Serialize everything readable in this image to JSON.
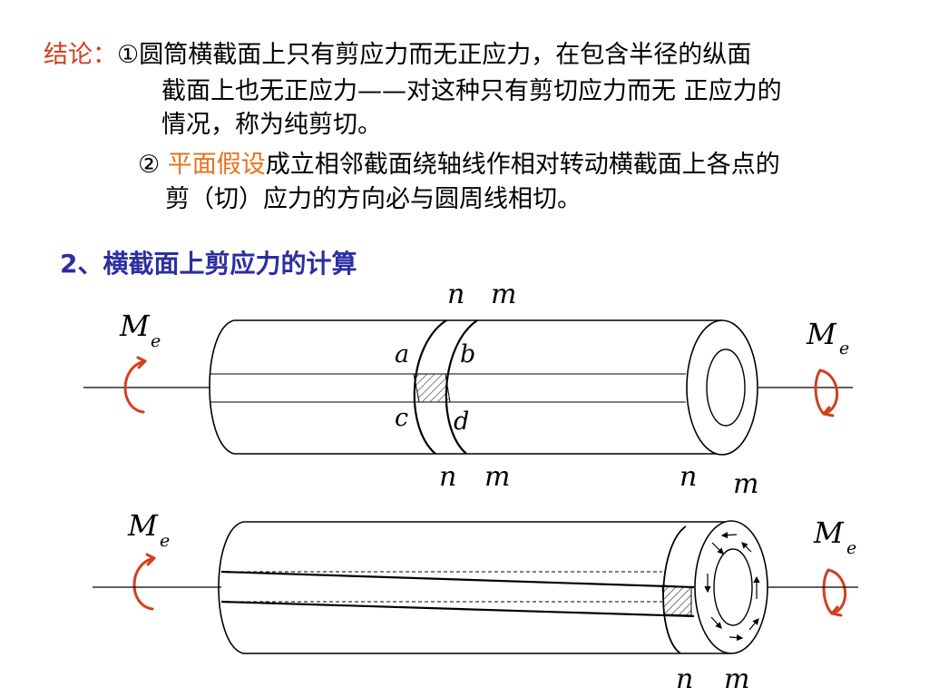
{
  "conclusion": {
    "label": "结论：",
    "p1_mark": "①",
    "p1_line1": "圆筒横截面上只有剪应力而无正应力，在包含半径的纵面",
    "p1_line2": "截面上也无正应力——对这种只有剪切应力而无 正应力的",
    "p1_line3": "情况，称为纯剪切。",
    "p2_mark": "② ",
    "p2_highlight": "平面假设",
    "p2_line1": "成立相邻截面绕轴线作相对转动横截面上各点的",
    "p2_line2": "剪（切）应力的方向必与圆周线相切。"
  },
  "section_title": "2、横截面上剪应力的计算",
  "diagram": {
    "label_M": "M",
    "label_e": "e",
    "label_n": "n",
    "label_m": "m",
    "label_a": "a",
    "label_b": "b",
    "label_c": "c",
    "label_d": "d"
  },
  "colors": {
    "accent_red": "#d0401e",
    "highlight_orange": "#e8721a",
    "heading_blue": "#2b2fa0"
  }
}
